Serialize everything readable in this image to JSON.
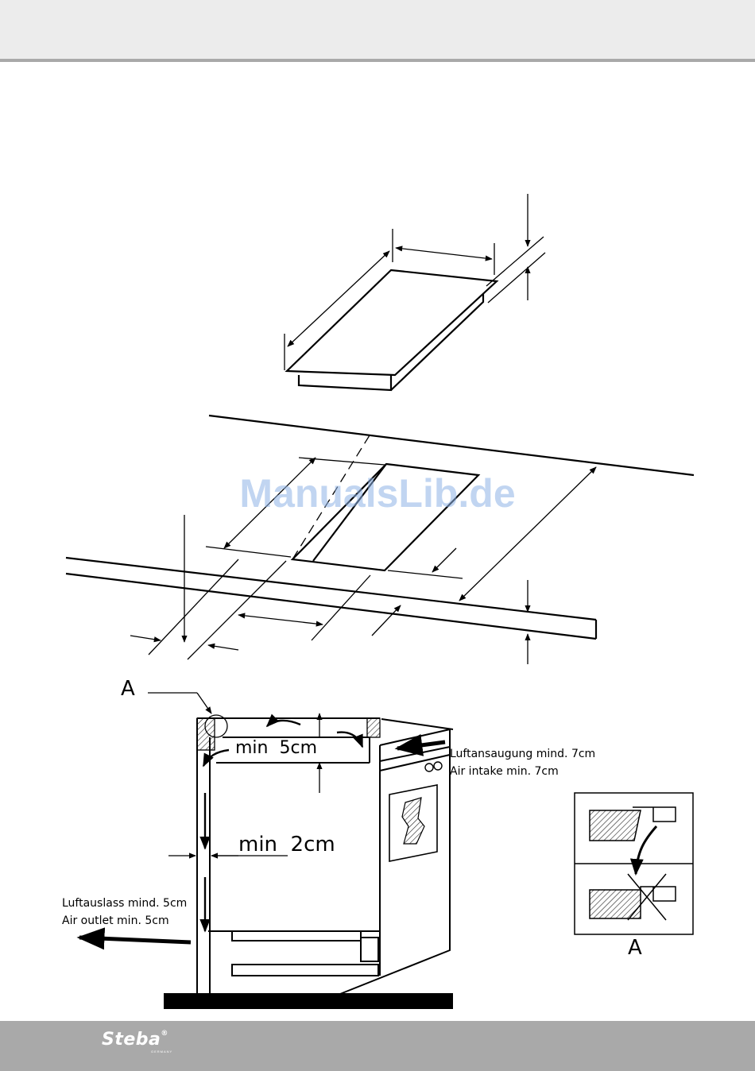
{
  "watermark": "ManualsLib.de",
  "labels": {
    "detail_marker": "A",
    "detail_caption": "A",
    "min_top": "min  5cm",
    "min_side": "min  2cm",
    "intake_de": "Luftansaugung mind. 7cm",
    "intake_en": "Air intake min. 7cm",
    "outlet_de": "Luftauslass mind. 5cm",
    "outlet_en": "Air outlet min. 5cm"
  },
  "footer": {
    "brand": "Steba",
    "brand_sub": "GERMANY"
  }
}
